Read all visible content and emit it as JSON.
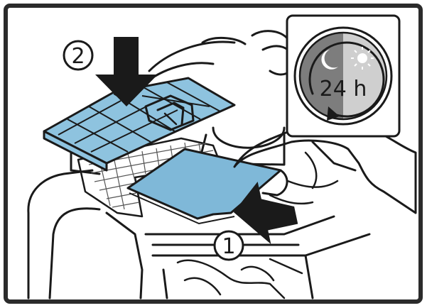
{
  "steps": [
    {
      "number": "1",
      "action": "insert-filter-pad"
    },
    {
      "number": "2",
      "action": "press-down-cover"
    }
  ],
  "timer_badge": {
    "label": "24 h",
    "moon_icon": "moon-icon",
    "sun_icon": "sun-icon"
  },
  "colors": {
    "filter_blue": "#7fb8d8",
    "cover_blue": "#8ec3df",
    "ink": "#1a1a1a",
    "frame": "#2b2b2b",
    "badge_dark": "#7d7d7d",
    "badge_light": "#cfcfcf"
  }
}
